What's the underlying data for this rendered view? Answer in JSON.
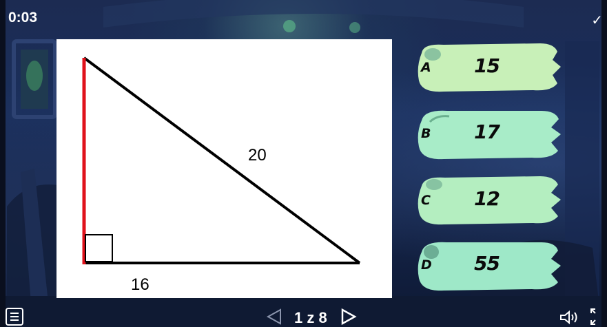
{
  "timer": {
    "value": "0:03"
  },
  "question": {
    "side_hypotenuse": "20",
    "side_base": "16",
    "highlighted_side_color": "#e0121b"
  },
  "answers": [
    {
      "letter": "A",
      "value": "15",
      "color": "#c8f0b8"
    },
    {
      "letter": "B",
      "value": "17",
      "color": "#a8ecc8"
    },
    {
      "letter": "C",
      "value": "12",
      "color": "#b4eec0"
    },
    {
      "letter": "D",
      "value": "55",
      "color": "#9ee8c8"
    }
  ],
  "pager": {
    "text": "1 z 8",
    "prev_icon": "triangle-left",
    "next_icon": "triangle-right"
  },
  "icons": {
    "menu": "menu-icon",
    "sound": "speaker-icon",
    "fullscreen": "fullscreen-icon",
    "check": "checkmark-icon"
  }
}
